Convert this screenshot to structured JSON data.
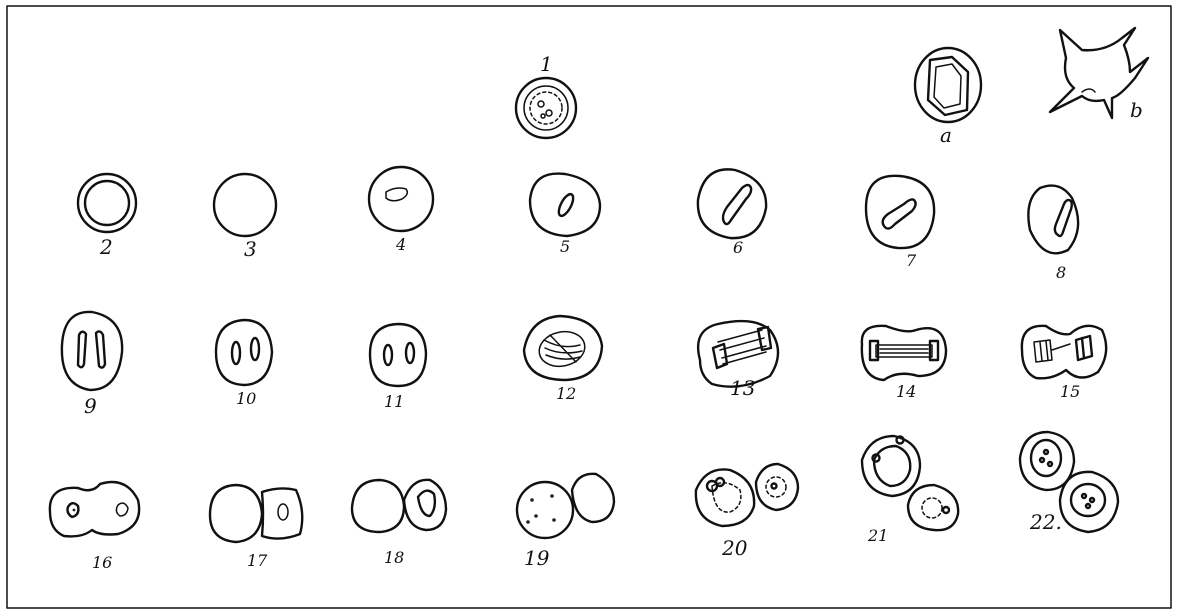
{
  "figure": {
    "labels": [
      "1",
      "2",
      "3",
      "4",
      "5",
      "6",
      "7",
      "8",
      "9",
      "10",
      "11",
      "12",
      "13",
      "14",
      "15",
      "16",
      "17",
      "18",
      "19",
      "20",
      "21",
      "22."
    ],
    "letters": [
      "a",
      "b"
    ]
  }
}
